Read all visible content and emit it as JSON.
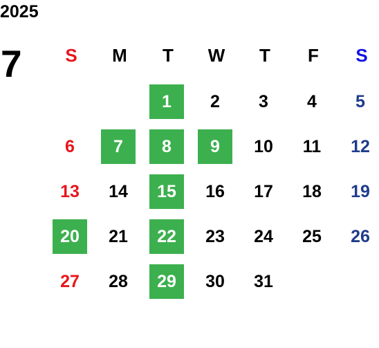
{
  "calendar": {
    "year": "2025",
    "month": "7",
    "weekday_headers": [
      {
        "label": "S",
        "color": "#e8151b"
      },
      {
        "label": "M",
        "color": "#000000"
      },
      {
        "label": "T",
        "color": "#000000"
      },
      {
        "label": "W",
        "color": "#000000"
      },
      {
        "label": "T",
        "color": "#000000"
      },
      {
        "label": "F",
        "color": "#000000"
      },
      {
        "label": "S",
        "color": "#1111e6"
      }
    ],
    "weeks": [
      [
        "",
        "",
        "1",
        "2",
        "3",
        "4",
        "5"
      ],
      [
        "6",
        "7",
        "8",
        "9",
        "10",
        "11",
        "12"
      ],
      [
        "13",
        "14",
        "15",
        "16",
        "17",
        "18",
        "19"
      ],
      [
        "20",
        "21",
        "22",
        "23",
        "24",
        "25",
        "26"
      ],
      [
        "27",
        "28",
        "29",
        "30",
        "31",
        "",
        ""
      ]
    ],
    "highlighted_days": [
      "1",
      "7",
      "8",
      "9",
      "15",
      "20",
      "22",
      "29"
    ],
    "colors": {
      "highlight_bg": "#3cb04e",
      "highlight_text": "#ffffff",
      "sunday_text": "#e8151b",
      "saturday_text": "#1f3c8c",
      "weekday_text": "#000000"
    }
  }
}
